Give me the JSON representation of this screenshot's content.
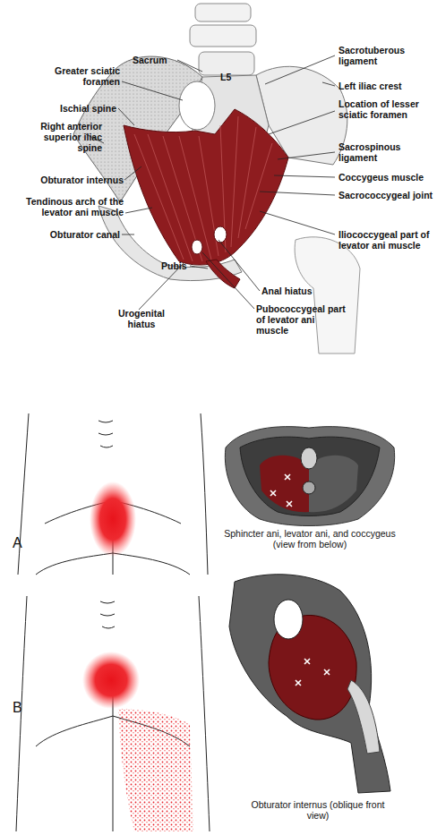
{
  "diagram": {
    "labels": [
      "Sacrum",
      "Greater sciatic foramen",
      "Ischial spine",
      "Right anterior superior iliac spine",
      "Obturator internus",
      "Tendinous arch of the levator ani muscle",
      "Obturator canal",
      "Pubis",
      "Urogenital hiatus",
      "L5",
      "Sacrotuberous ligament",
      "Left iliac crest",
      "Location of lesser sciatic foramen",
      "Sacrospinous ligament",
      "Coccygeus muscle",
      "Sacrococcygeal joint",
      "Iliococcygeal part of levator ani muscle",
      "Anal hiatus",
      "Pubococcygeal part of levator ani muscle",
      "A",
      "Sphincter ani, levator ani, and coccygeus (view from below)",
      "B",
      "Obturator internus (oblique front view)"
    ]
  }
}
